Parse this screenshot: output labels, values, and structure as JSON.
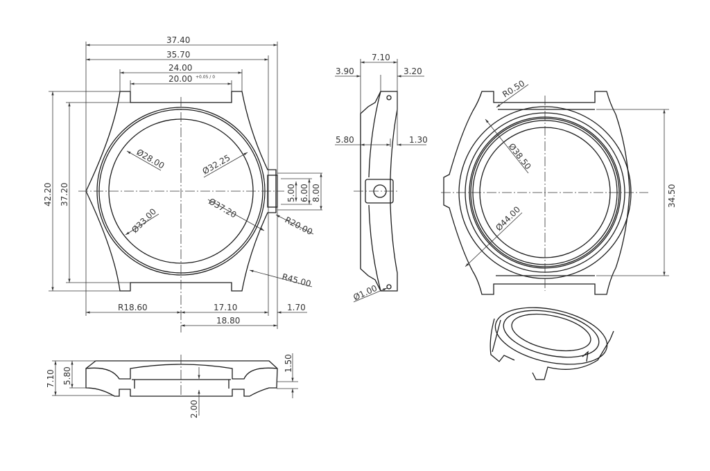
{
  "front_view": {
    "width_overall": "37.40",
    "width_case": "35.70",
    "lug_outer": "24.00",
    "lug_inner": "20.00",
    "lug_inner_tol": "+0.05 / 0",
    "height_overall": "42.20",
    "height_between_lugs": "37.20",
    "dia_28": "Ø28.00",
    "dia_3225": "Ø32.25",
    "dia_3720": "Ø37.20",
    "dia_33": "Ø33.00",
    "crown_5": "5.00",
    "crown_6": "6.00",
    "crown_8": "8.00",
    "r20": "R20.00",
    "r45": "R45.00",
    "r1860": "R18.60",
    "w1710": "17.10",
    "w170": "1.70",
    "w1880": "18.80"
  },
  "side_view": {
    "thickness": "7.10",
    "left": "3.90",
    "right": "3.20",
    "w580": "5.80",
    "w130": "1.30",
    "hole": "Ø1.00"
  },
  "back_view": {
    "r050": "R0.50",
    "dia_3850": "Ø38.50",
    "dia_44": "Ø44.00",
    "h3450": "34.50"
  },
  "section_view": {
    "h710": "7.10",
    "h580": "5.80",
    "h150": "1.50",
    "h200": "2.00"
  }
}
